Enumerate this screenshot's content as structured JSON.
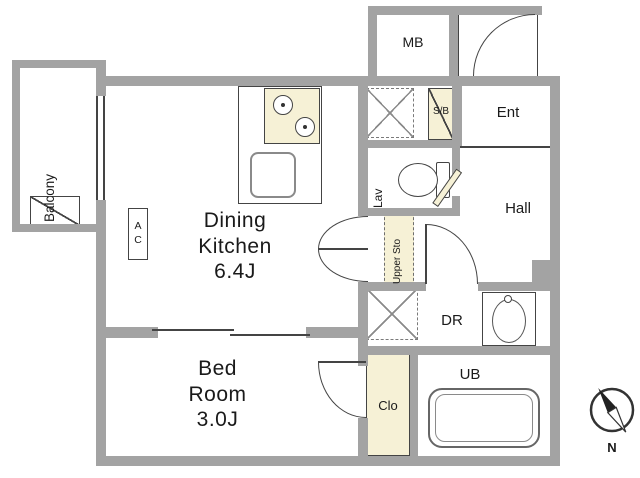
{
  "rooms": {
    "balcony": {
      "label": "Balcony"
    },
    "meter_box": {
      "label": "MB"
    },
    "entrance": {
      "label": "Ent"
    },
    "shaft_sb": {
      "label": "S/B"
    },
    "lavatory": {
      "label": "Lav"
    },
    "hall": {
      "label": "Hall"
    },
    "dining_kitchen": {
      "lines": [
        "Dining",
        "Kitchen",
        "6.4J"
      ]
    },
    "upper_storage": {
      "label": "Upper Sto"
    },
    "air_conditioner": {
      "label": "AC"
    },
    "dressing_room": {
      "label": "DR"
    },
    "unit_bath": {
      "label": "UB"
    },
    "bedroom": {
      "lines": [
        "Bed",
        "Room",
        "3.0J"
      ]
    },
    "closet": {
      "label": "Clo"
    }
  },
  "compass": {
    "north_label": "N"
  },
  "colors": {
    "wall": "#a3a3a3",
    "accent": "#f6f1d6",
    "line": "#444444",
    "text": "#1a1a1a"
  }
}
